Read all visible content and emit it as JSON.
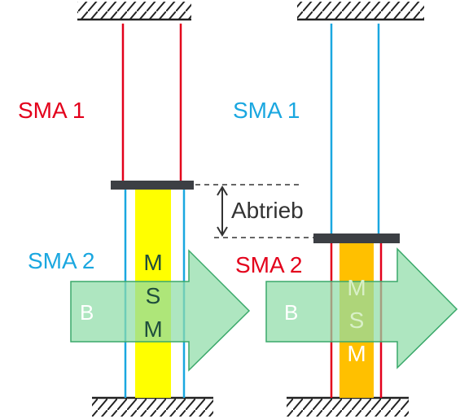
{
  "left": {
    "top_wire_label": "SMA 1",
    "bottom_wire_label": "SMA 2",
    "field_label": "B",
    "core_letters": [
      "M",
      "S",
      "M"
    ]
  },
  "right": {
    "top_wire_label": "SMA 1",
    "bottom_wire_label": "SMA 2",
    "field_label": "B",
    "core_letters": [
      "M",
      "S",
      "M"
    ]
  },
  "displacement_label": "Abtrieb",
  "colors": {
    "red": "#e3001b",
    "blue": "#1aa7e0",
    "yellow": "#ffff00",
    "orange": "#ffc000",
    "arrow_fill": "#8fdca8",
    "arrow_stroke": "#3aa86a",
    "plate": "#3c3f44"
  }
}
